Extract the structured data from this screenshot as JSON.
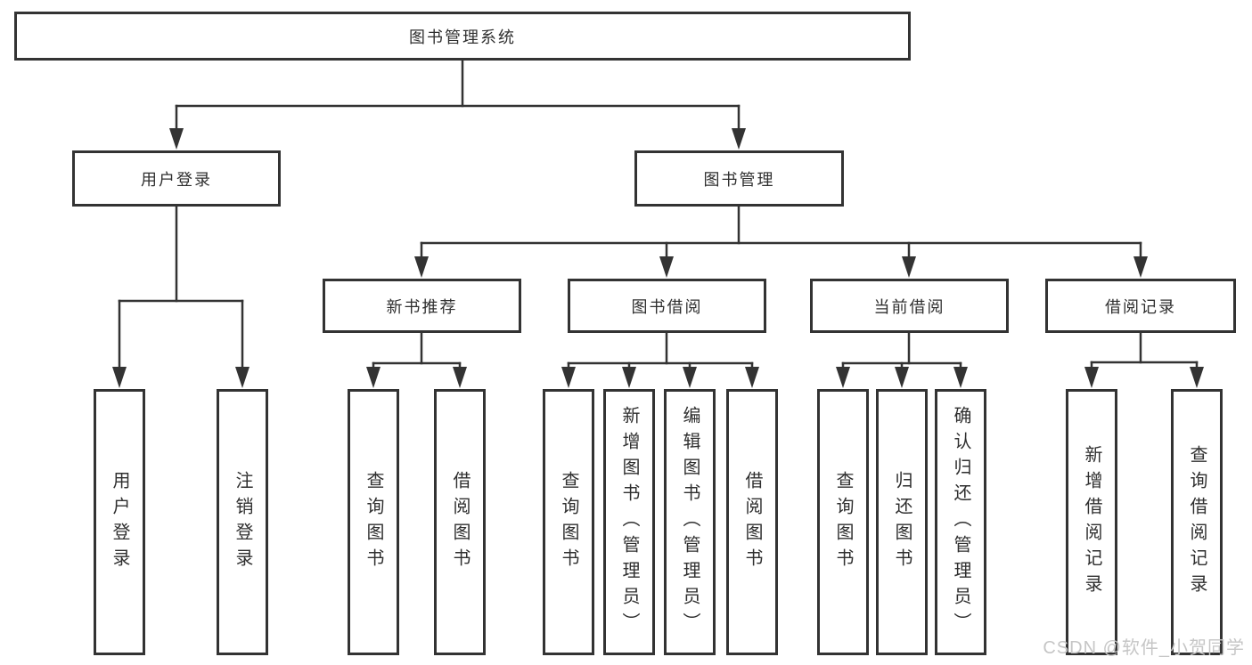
{
  "diagram": {
    "root": {
      "label": "图书管理系统"
    },
    "branches": [
      {
        "label": "用户登录",
        "children": [
          {
            "label": "用户登录"
          },
          {
            "label": "注销登录"
          }
        ]
      },
      {
        "label": "图书管理",
        "children": [
          {
            "label": "新书推荐",
            "children": [
              {
                "label": "查询图书"
              },
              {
                "label": "借阅图书"
              }
            ]
          },
          {
            "label": "图书借阅",
            "children": [
              {
                "label": "查询图书"
              },
              {
                "label": "新增图书（管理员）"
              },
              {
                "label": "编辑图书（管理员）"
              },
              {
                "label": "借阅图书"
              }
            ]
          },
          {
            "label": "当前借阅",
            "children": [
              {
                "label": "查询图书"
              },
              {
                "label": "归还图书"
              },
              {
                "label": "确认归还（管理员）"
              }
            ]
          },
          {
            "label": "借阅记录",
            "children": [
              {
                "label": "新增借阅记录"
              },
              {
                "label": "查询借阅记录"
              }
            ]
          }
        ]
      }
    ]
  },
  "watermark": {
    "text": "CSDN @软件_小贺同学"
  },
  "colors": {
    "line": "#333333",
    "box_border": "#333333",
    "text": "#2f2f2f",
    "background": "#ffffff",
    "watermark": "#c6c6c6"
  }
}
